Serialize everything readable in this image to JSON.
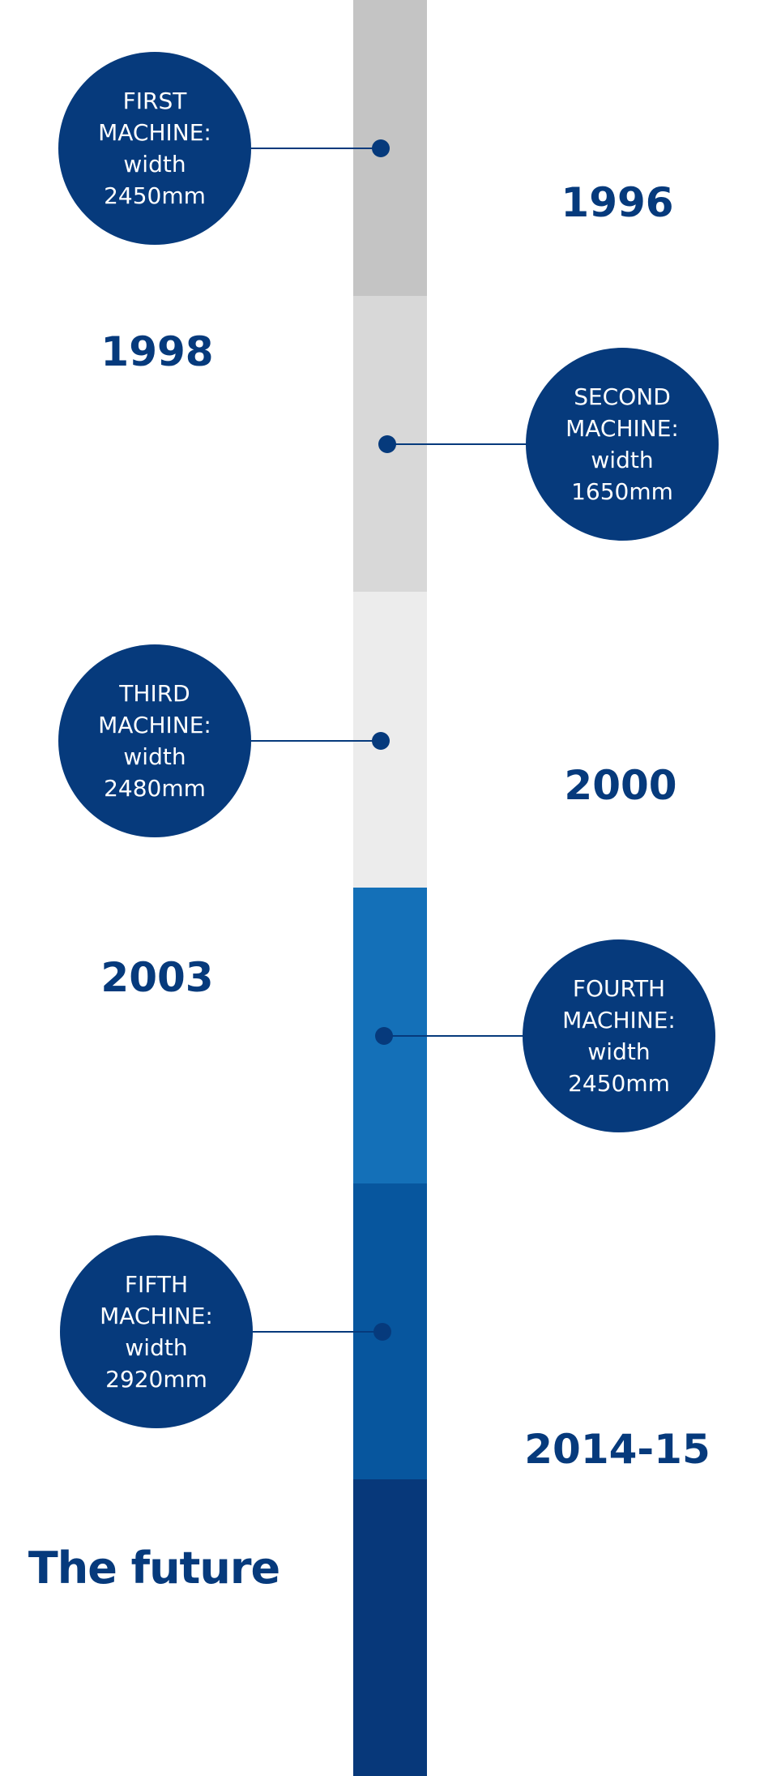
{
  "colors": {
    "navy": "#063a7c",
    "segments": [
      "#c4c4c4",
      "#d8d8d8",
      "#ececec",
      "#1470b8",
      "#07569e",
      "#07387a"
    ],
    "background": "#ffffff"
  },
  "milestones": [
    {
      "label": "FIRST MACHINE: width 2450mm",
      "year": "1996"
    },
    {
      "label": "SECOND MACHINE: width 1650mm",
      "year": "1998"
    },
    {
      "label": "THIRD MACHINE: width 2480mm",
      "year": "2000"
    },
    {
      "label": "FOURTH MACHINE: width 2450mm",
      "year": "2003"
    },
    {
      "label": "FIFTH MACHINE: width 2920mm",
      "year": "2014-15"
    }
  ],
  "future_label": "The future"
}
